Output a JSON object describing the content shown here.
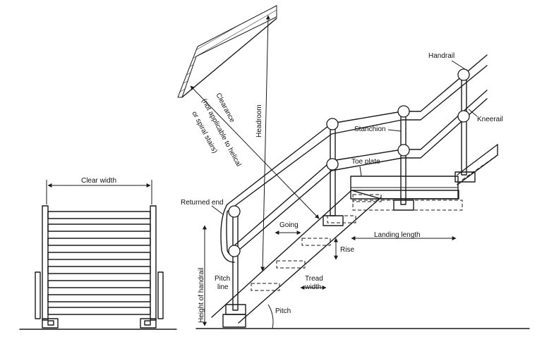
{
  "labels": {
    "clear_width": "Clear width",
    "handrail": "Handrail",
    "kneerail": "Kneerail",
    "stanchion": "Stanchion",
    "toe_plate": "Toe plate",
    "returned_end": "Returned end",
    "going": "Going",
    "landing_length": "Landing length",
    "rise": "Rise",
    "tread": "Tread",
    "width": "width",
    "pitch": "Pitch",
    "pitch_line_1": "Pitch",
    "pitch_line_2": "line",
    "headroom": "Headroom",
    "height_of_handrail": "Height of handrail",
    "clearance_1": "Clearance",
    "clearance_2": "(not applicable to helical",
    "clearance_3": "or spiral stairs)"
  }
}
